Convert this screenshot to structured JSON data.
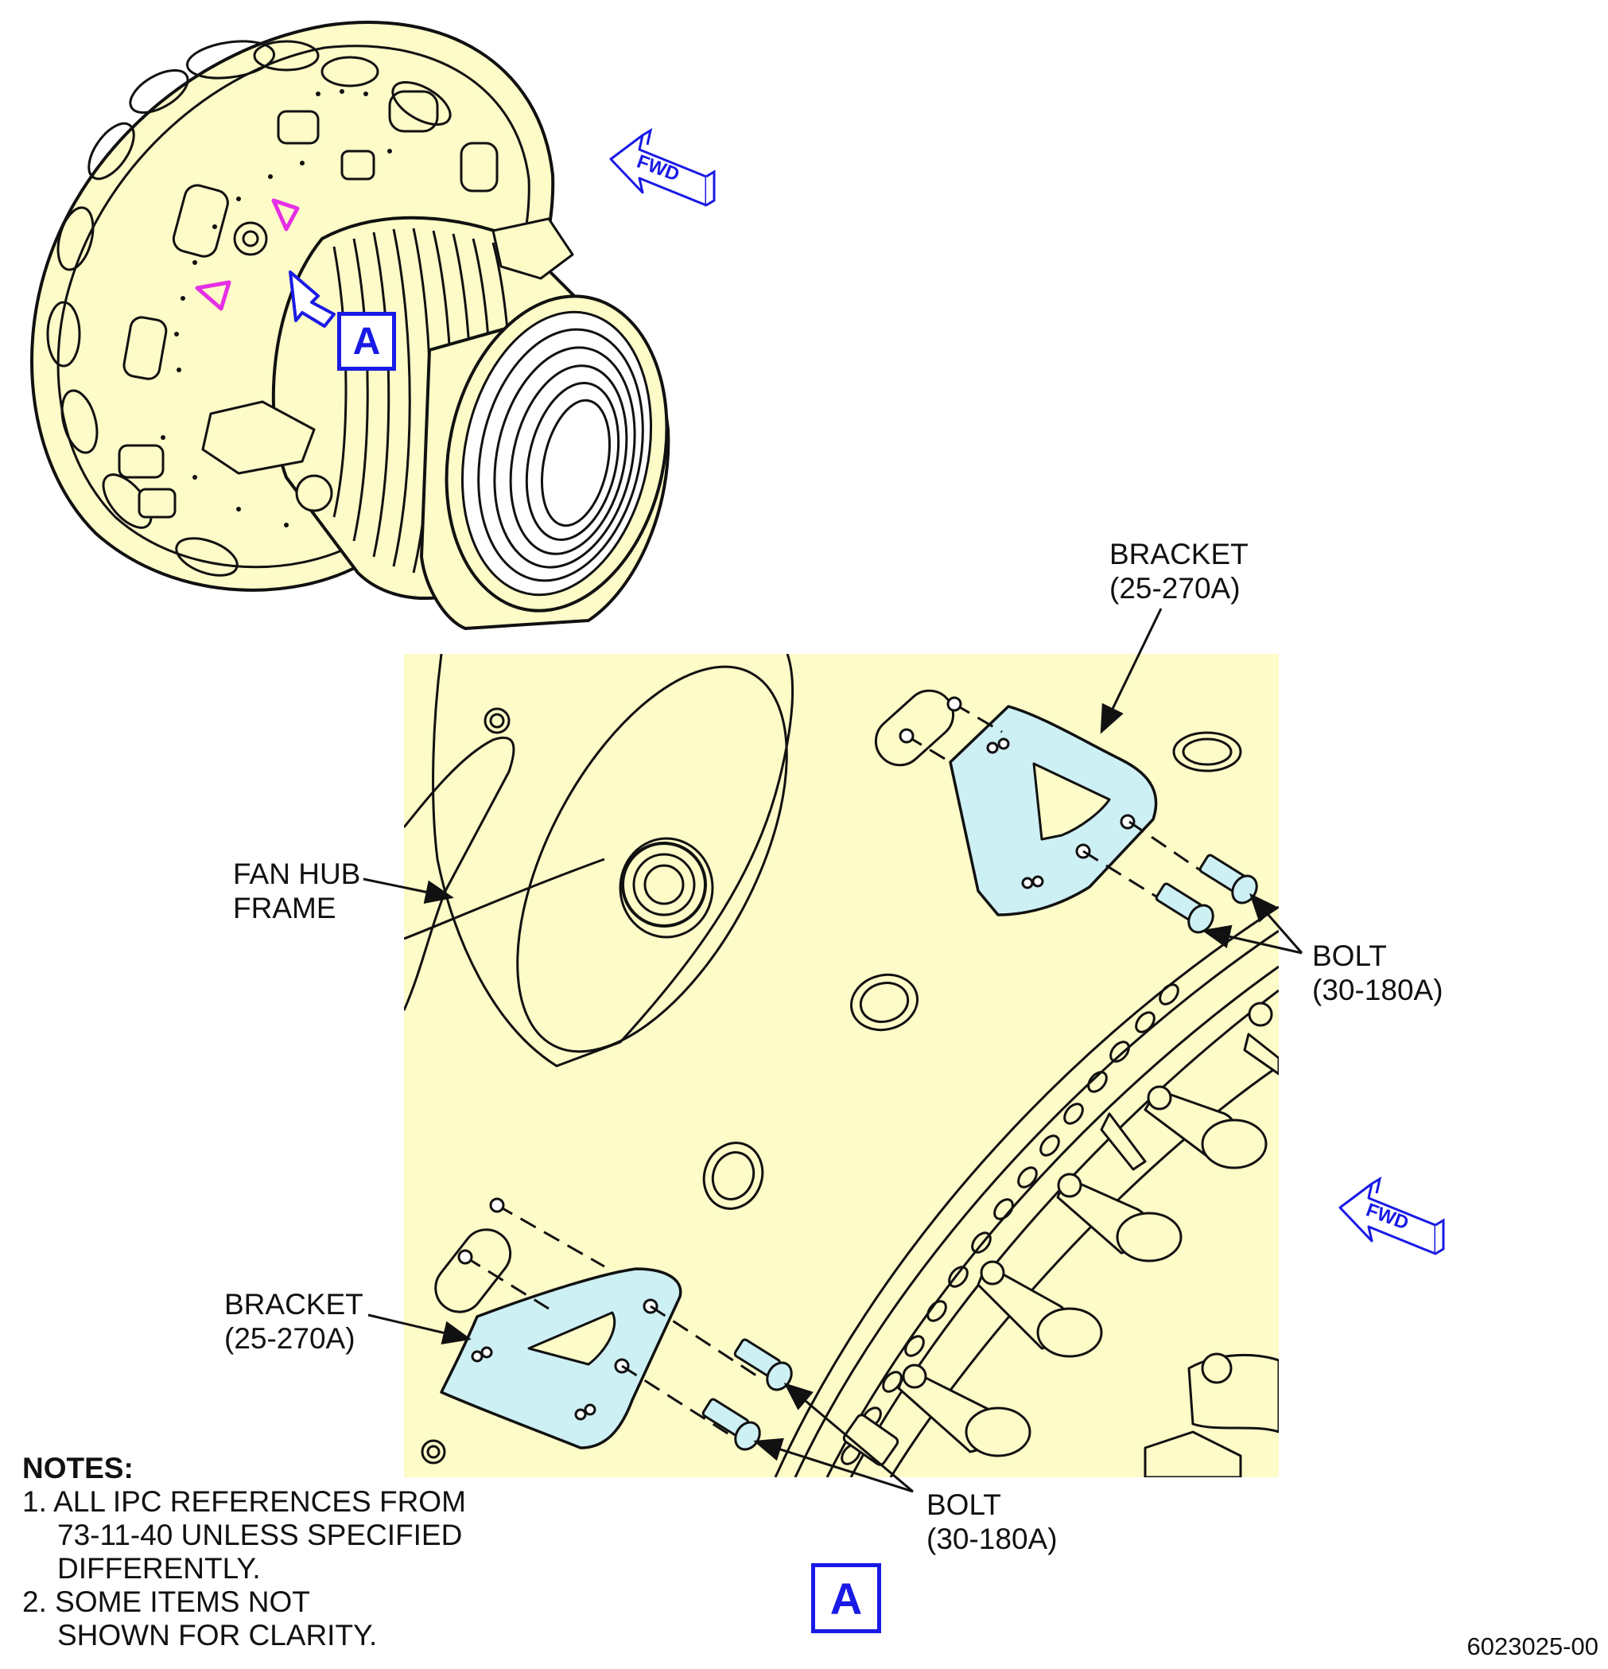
{
  "overview": {
    "view_marker": "A",
    "forward_label": "FWD"
  },
  "detail": {
    "view_marker": "A",
    "forward_label": "FWD",
    "callouts": {
      "bracket_top": {
        "name": "BRACKET",
        "ref": "(25-270A)"
      },
      "bracket_bottom": {
        "name": "BRACKET",
        "ref": "(25-270A)"
      },
      "bolt_top": {
        "name": "BOLT",
        "ref": "(30-180A)"
      },
      "bolt_bottom": {
        "name": "BOLT",
        "ref": "(30-180A)"
      },
      "fan_hub": {
        "line1": "FAN HUB",
        "line2": "FRAME"
      }
    }
  },
  "notes": {
    "heading": "NOTES:",
    "items": [
      {
        "num": "1.",
        "lines": [
          "ALL IPC REFERENCES FROM",
          "73-11-40 UNLESS SPECIFIED",
          "DIFFERENTLY."
        ]
      },
      {
        "num": "2.",
        "lines": [
          "SOME ITEMS NOT",
          "SHOWN FOR CLARITY."
        ]
      }
    ]
  },
  "figure_id": "6023025-00",
  "colors": {
    "part_fill": "#fdfbc8",
    "highlight_fill": "#cdf0f4",
    "marker_blue": "#1a1ae6",
    "location_magenta": "#e62ee6",
    "line": "#111111"
  }
}
